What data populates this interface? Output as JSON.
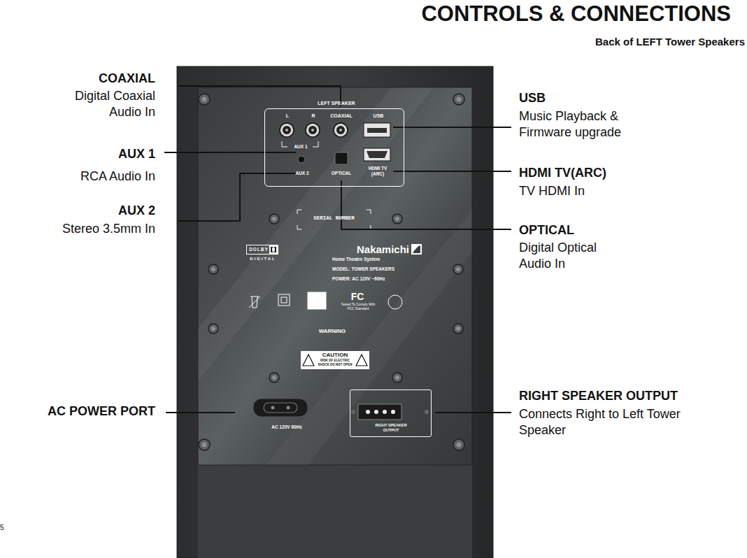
{
  "diagram": {
    "title": "CONTROLS & CONNECTIONS",
    "nodes": [
      {
        "text": [
          "Nakamichi",
          "Home Theatre System",
          "MODEL: TOWER SPEAKERS",
          "POWER: AC 120V ~60Hz",
          "SERIAL NUMBER",
          "WARNING",
          "AC 120V 60Hz",
          "FC",
          "Tested To Comply With FCC Standard"
        ]
      },
      {
        "text": [
          "LEFT SPEAKER",
          "L",
          "R",
          "COAXIAL",
          "USB",
          "AUX 1",
          "AUX 2",
          "OPTICAL",
          "HDMI TV (ARC)"
        ],
        "in": 0
      },
      {
        "text": [
          "DOLBY",
          "DIGITAL"
        ],
        "in": 0
      },
      {
        "text": [
          "CAUTION",
          "RISK OF ELECTRIC SHOCK DO NOT OPEN"
        ],
        "in": 0
      },
      {
        "text": [
          "RIGHT SPEAKER OUTPUT"
        ],
        "in": 0
      }
    ],
    "labels": [
      "Back of LEFT Tower Speakers",
      "COAXIAL",
      "Digital Coaxial Audio In",
      "AUX 1",
      "RCA Audio In",
      "AUX 2",
      "Stereo 3.5mm In",
      "AC POWER PORT",
      "USB",
      "Music Playback & Firmware upgrade",
      "HDMI TV(ARC)",
      "TV HDMI In",
      "OPTICAL",
      "Digital Optical Audio In",
      "RIGHT SPEAKER OUTPUT",
      "Connects Right to Left Tower Speaker",
      "5"
    ]
  }
}
